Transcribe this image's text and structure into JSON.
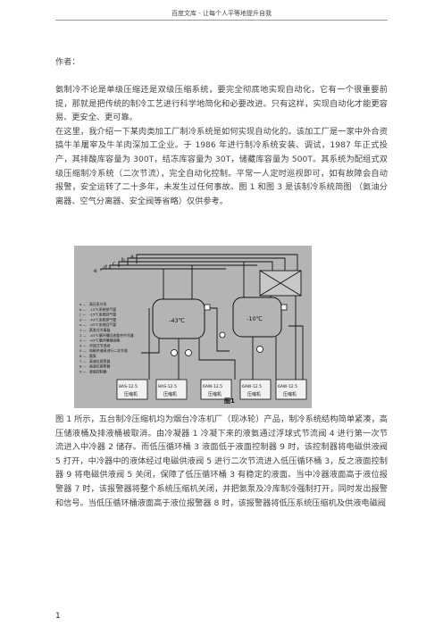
{
  "header": {
    "text": "百度文库 - 让每个人平等地提升自我"
  },
  "author_line": "作者：",
  "paragraphs": [
    "氨制冷不论是单级压缩还是双级压缩系统，要完全彻底地实现自动化，它有一个很重要前提，那就是把传统的制冷工艺进行科学地简化和必要改进。只有这样，实现自动化才能更容易、更安全、更可靠。",
    "在这里，我介绍一下某肉类加工厂制冷系统是如何实现自动化的。该加工厂是一家中外合资搞牛羊屠宰及牛羊肉深加工企业。于 1986 年进行制冷系统安装、调试，1987 年正式投产，其排酸库容量为 300T，结冻库容量为 30T，储藏库容量为 500T。其系统为配组式双级压缩制冷系统（二次节流），完全自动化控制。平常一人定时巡视即可，如有故障会自动报警，安全运转了二十多年，未发生过任何事故。图 1 和图 3 是该制冷系统简图 （氨油分离器、空气分离器、安全阀等省略）仅供参考。",
    "图 1 所示，五台制冷压缩机均为烟台冷冻机厂（现冰轮）产品，制冷系统结构简单紧凑，高压储液桶及排液桶被取消。由冷凝器 1 冷凝下来的液氨通过浮球式节流阀 4 进行第一次节流进入中冷器 2 储存。而低压循环桶 3 液面低于液面控制器 9 时，该控制器将电磁供液阀 5 打开，中冷器中的液体经过电磁供液阀 5 进行二次节流进入低压循环桶 3，反之液面控制器 9 将电磁供液阀 5 关闭，保障了低压循环桶 3 有稳定的液面。当中冷器液面高于液位报警器 7 时，该报警器将整个系统压缩机关闭，并把氨泵及冷库制冷强制打开，同时发出报警和信号。当低压循环桶液面高于液位报警器 8 时，该报警器将低压系统压缩机及供液电磁阀"
  ],
  "figure": {
    "caption": "图1",
    "lines_top": [
      "e",
      "d",
      "c",
      "b",
      "a"
    ],
    "legend": [
      {
        "k": "a —",
        "v": "高压系冷系"
      },
      {
        "k": "b —",
        "v": "-15℃系统排气管"
      },
      {
        "k": "c —",
        "v": "-15℃系统回气管"
      },
      {
        "k": "d —",
        "v": "-43℃系统排气管"
      },
      {
        "k": "e —",
        "v": "-43℃系统回气管"
      },
      {
        "k": "1 —",
        "v": "蒸发式冷凝器"
      },
      {
        "k": "2 —",
        "v": "-43℃循环桶回液整合中冷器"
      },
      {
        "k": "3 —",
        "v": "-43℃循环桶储液桶"
      },
      {
        "k": "4 —",
        "v": "浮球式节流阀"
      },
      {
        "k": "5 —",
        "v": "电磁供液阀进行二次节流"
      },
      {
        "k": "6 —",
        "v": "氨泵"
      },
      {
        "k": "7 —",
        "v": "高液位报警器"
      },
      {
        "k": "8 —",
        "v": "高液位报警器"
      },
      {
        "k": "9 —",
        "v": "液面控制器"
      }
    ],
    "vessel_left": "-43℃",
    "vessel_right": "-10℃",
    "compressors": [
      {
        "model": "8AS-12.5",
        "label": "压缩机"
      },
      {
        "model": "8AS-12.5",
        "label": "压缩机"
      },
      {
        "model": "6AW-12.5",
        "label": "压缩机"
      },
      {
        "model": "6AW-12.5",
        "label": "压缩机"
      },
      {
        "model": "6AW-12.5",
        "label": "压缩机"
      }
    ]
  },
  "page_number": "1"
}
